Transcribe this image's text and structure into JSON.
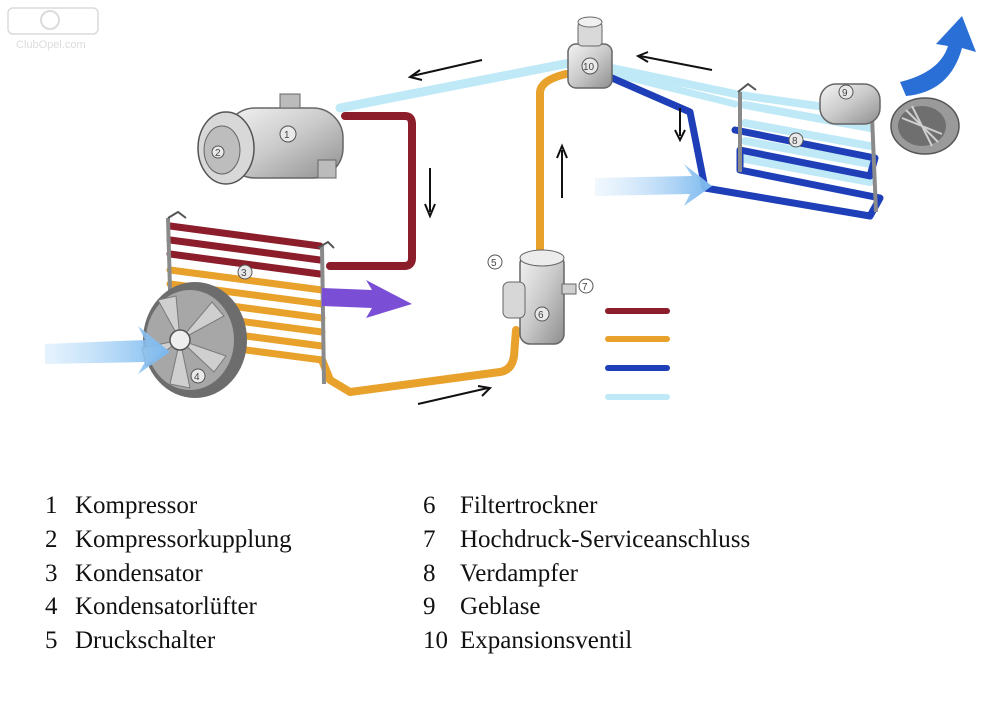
{
  "watermark": "ClubOpel.com",
  "colors": {
    "high_pressure_gas": "#8c1d2b",
    "high_pressure_liquid": "#e8a12a",
    "low_pressure_liquid": "#1f3fb8",
    "low_pressure_gas": "#bfe9f7",
    "air_arrow": "#7ab8ee",
    "warm_air_arrow": "#7a4fd6"
  },
  "component_tags": [
    "1",
    "2",
    "3",
    "4",
    "5",
    "6",
    "7",
    "8",
    "9",
    "10"
  ],
  "legend_items": [
    {
      "number": "1",
      "label": "Kompressor"
    },
    {
      "number": "2",
      "label": "Kompressorkupplung"
    },
    {
      "number": "3",
      "label": "Kondensator"
    },
    {
      "number": "4",
      "label": "Kondensatorlüfter"
    },
    {
      "number": "5",
      "label": "Druckschalter"
    },
    {
      "number": "6",
      "label": "Filtertrockner"
    },
    {
      "number": "7",
      "label": "Hochdruck-Serviceanschluss"
    },
    {
      "number": "8",
      "label": "Verdampfer"
    },
    {
      "number": "9",
      "label": "Geblase"
    },
    {
      "number": "10",
      "label": "Expansionsventil"
    }
  ]
}
